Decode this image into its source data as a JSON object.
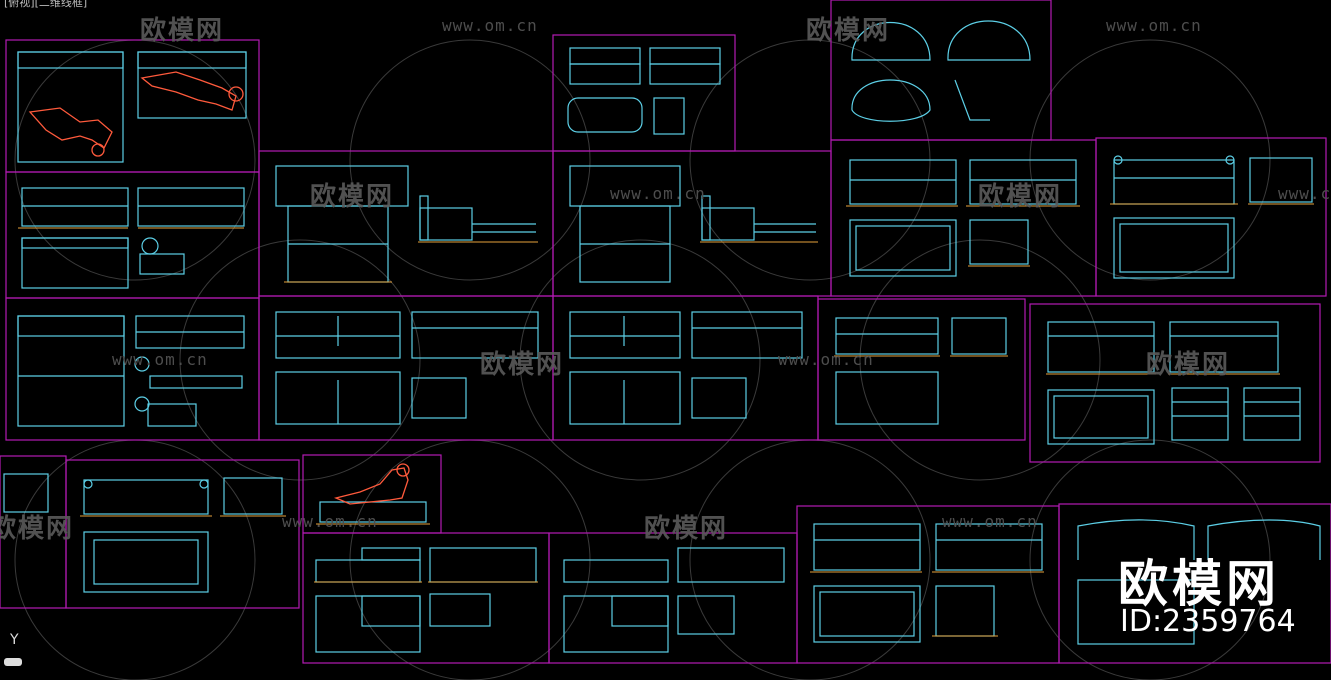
{
  "viewport": {
    "label": "[俯视][二维线框]"
  },
  "watermark": {
    "brand": "欧模网",
    "url": "www.om.cn",
    "url_fragment": "www.om.cn",
    "url_partial": "www.c"
  },
  "brand": {
    "name": "欧模网",
    "id": "ID:2359764"
  },
  "ucs": {
    "y_label": "Y"
  },
  "colors": {
    "background": "#000000",
    "frame": "#b31ab3",
    "furniture": "#5ccfe6",
    "figure": "#ff5a3c",
    "floor": "#e6a23c",
    "watermark": "#5a5a5a"
  }
}
